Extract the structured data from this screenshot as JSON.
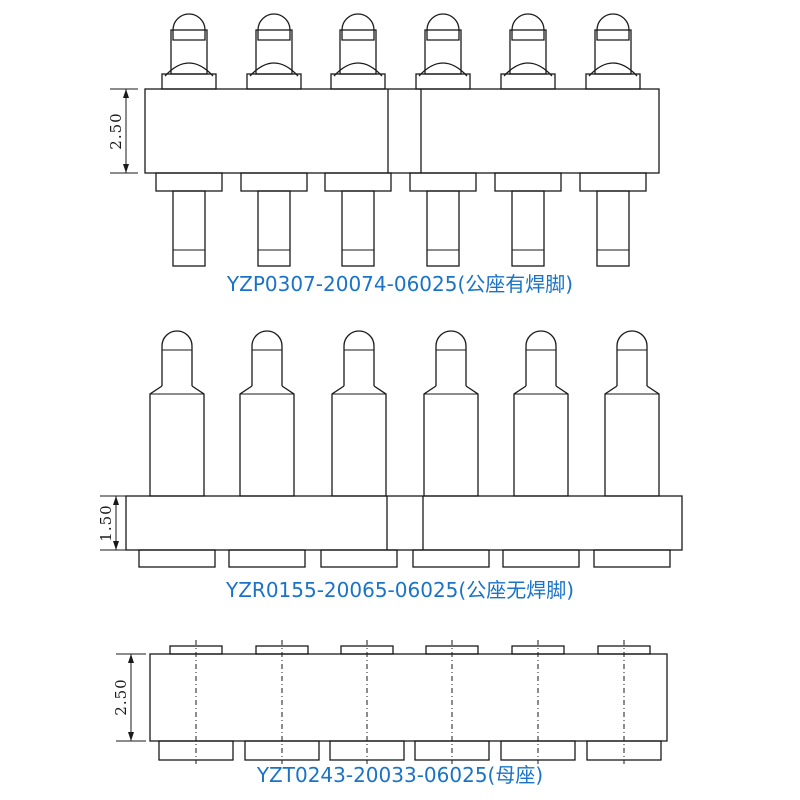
{
  "diagrams": [
    {
      "caption": "YZP0307-20074-06025(公座有焊脚)",
      "dimension": "2.50"
    },
    {
      "caption": "YZR0155-20065-06025(公座无焊脚)",
      "dimension": "1.50"
    },
    {
      "caption": "YZT0243-20033-06025(母座)",
      "dimension": "2.50"
    }
  ],
  "colors": {
    "caption": "#1a73c7",
    "line": "#1a1a1a"
  }
}
